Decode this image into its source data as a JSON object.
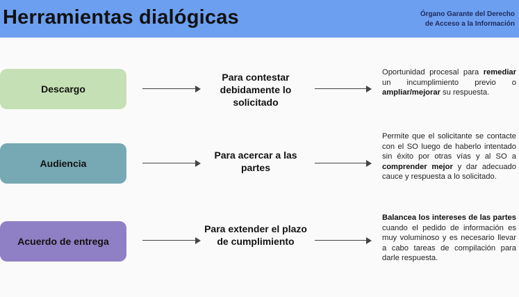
{
  "header": {
    "title": "Herramientas dialógicas",
    "org_line1": "Órgano Garante del Derecho",
    "org_line2": "de Acceso a la Información",
    "bg_color": "#6c9ff0"
  },
  "rows": [
    {
      "tool": "Descargo",
      "color": "#c5e0b4",
      "purpose": "Para contestar debidamente lo solicitado",
      "desc": [
        {
          "t": "Oportunidad procesal para ",
          "b": false
        },
        {
          "t": "remediar",
          "b": true
        },
        {
          "t": " un incumplimiento previo o ",
          "b": false
        },
        {
          "t": "ampliar/mejorar",
          "b": true
        },
        {
          "t": " su respuesta.",
          "b": false
        }
      ]
    },
    {
      "tool": "Audiencia",
      "color": "#76a9b4",
      "purpose": "Para acercar a las partes",
      "desc": [
        {
          "t": "Permite que el solicitante se contacte con el SO luego de haberlo intentado sin éxito por otras vías y al SO a ",
          "b": false
        },
        {
          "t": "comprender mejor",
          "b": true
        },
        {
          "t": " y dar adecuado cauce y respuesta a lo solicitado.",
          "b": false
        }
      ]
    },
    {
      "tool": "Acuerdo de entrega",
      "color": "#8f7fc4",
      "purpose": "Para extender el plazo de cumplimiento",
      "desc": [
        {
          "t": "Balancea los intereses de las partes",
          "b": true
        },
        {
          "t": " cuando el pedido de información es muy voluminoso y es necesario llevar a cabo tareas de compilación para darle respuesta.",
          "b": false
        }
      ]
    }
  ]
}
